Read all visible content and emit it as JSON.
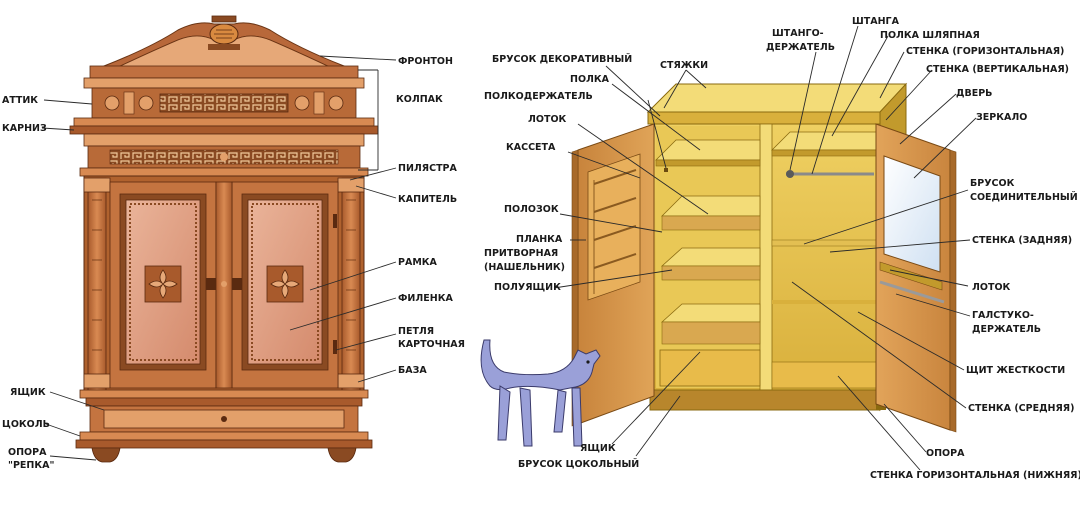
{
  "left_labels": {
    "fronton": "ФРОНТОН",
    "attik": "АТТИК",
    "kolpak": "КОЛПАК",
    "karniz": "КАРНИЗ",
    "pilyastra": "ПИЛЯСТРА",
    "kapitel": "КАПИТЕЛЬ",
    "ramka": "РАМКА",
    "filenka": "ФИЛЕНКА",
    "petlya_1": "ПЕТЛЯ",
    "petlya_2": "КАРТОЧНАЯ",
    "baza": "БАЗА",
    "yashchik": "ЯЩИК",
    "tsokol": "ЦОКОЛЬ",
    "opora_1": "ОПОРА",
    "opora_2": "\"РЕПКА\""
  },
  "right_labels": {
    "brusok_dekor": "БРУСОК ДЕКОРАТИВНЫЙ",
    "styazhki": "СТЯЖКИ",
    "polka": "ПОЛКА",
    "polkoderzhatel": "ПОЛКОДЕРЖАТЕЛЬ",
    "lotok_left": "ЛОТОК",
    "kasseta": "КАССЕТА",
    "polozok": "ПОЛОЗОК",
    "planka_1": "ПЛАНКА",
    "planka_2": "ПРИТВОРНАЯ",
    "planka_3": "(НАШЕЛЬНИК)",
    "poluyashchik": "ПОЛУЯЩИК",
    "yashchik": "ЯЩИК",
    "brusok_tsokol": "БРУСОК ЦОКОЛЬНЫЙ",
    "shtango_1": "ШТАНГО-",
    "shtango_2": "ДЕРЖАТЕЛЬ",
    "shtanga": "ШТАНГА",
    "polka_shlyap": "ПОЛКА ШЛЯПНАЯ",
    "stenka_gor": "СТЕНКА (ГОРИЗОНТАЛЬНАЯ)",
    "stenka_vert": "СТЕНКА (ВЕРТИКАЛЬНАЯ)",
    "dver": "ДВЕРЬ",
    "zerkalo": "ЗЕРКАЛО",
    "brusok_soed_1": "БРУСОК",
    "brusok_soed_2": "СОЕДИНИТЕЛЬНЫЙ",
    "stenka_zad": "СТЕНКА (ЗАДНЯЯ)",
    "lotok_right": "ЛОТОК",
    "galstuk_1": "ГАЛСТУКО-",
    "galstuk_2": "ДЕРЖАТЕЛЬ",
    "shchit": "ЩИТ ЖЕСТКОСТИ",
    "stenka_sred": "СТЕНКА (СРЕДНЯЯ)",
    "opora": "ОПОРА",
    "stenka_nizh": "СТЕНКА ГОРИЗОНТАЛЬНАЯ (НИЖНЯЯ)"
  },
  "colors": {
    "wood_dark": "#8a4a22",
    "wood_mid": "#c07040",
    "wood_light": "#e3a06a",
    "panel_pink": "#e2a48a",
    "carcass": "#e7c24a",
    "carcass_light": "#f3dc78",
    "carcass_dark": "#c29a2c",
    "door_inner": "#d89a52",
    "mirror": "#eef4fa",
    "cat": "#9aa0d8"
  }
}
